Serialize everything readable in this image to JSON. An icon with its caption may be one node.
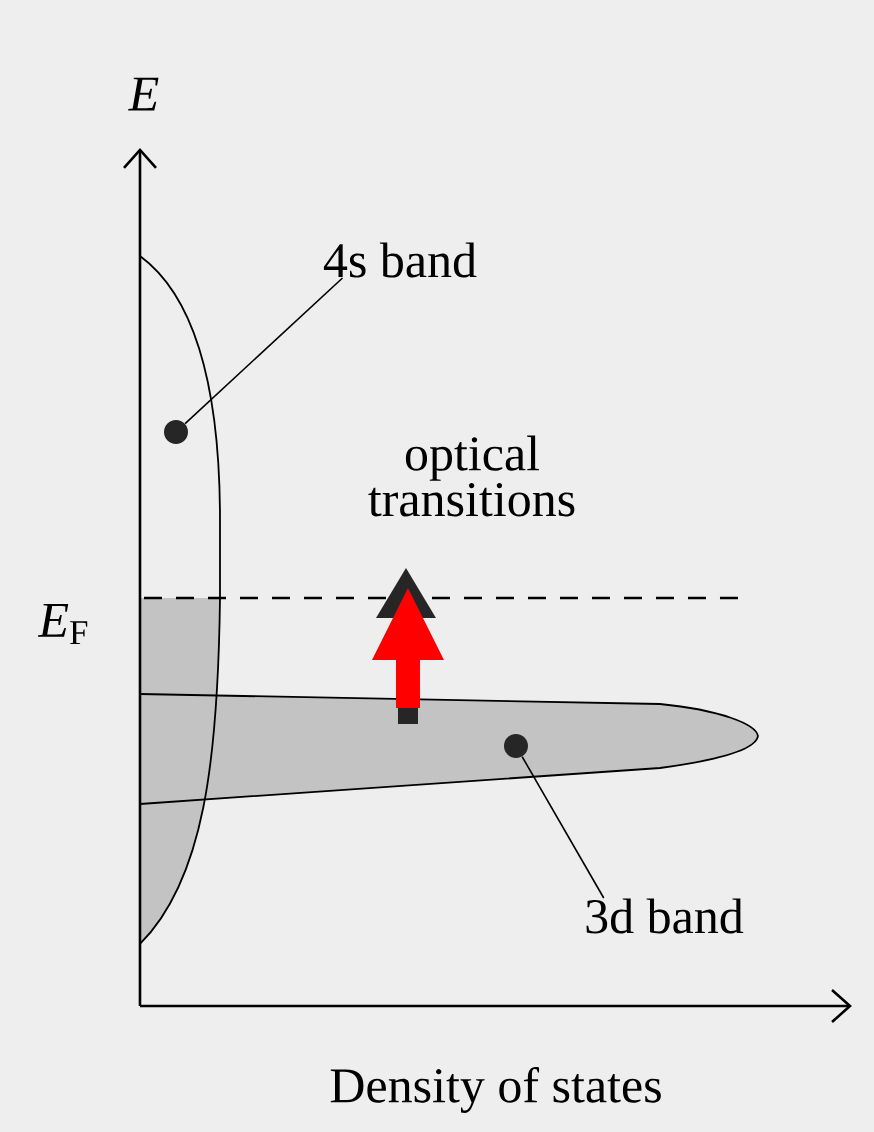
{
  "diagram": {
    "nodes": [
      {
        "text": [
          "4s band"
        ]
      },
      {
        "text": [],
        "shape": "circle"
      },
      {
        "text": [
          "3d band"
        ]
      },
      {
        "text": [],
        "shape": "circle"
      }
    ],
    "edges": [
      {
        "from": 0,
        "to": 1,
        "arrow": "none"
      },
      {
        "from": 2,
        "to": 3,
        "arrow": "none"
      }
    ],
    "labels": [
      "E",
      "*E*$_{F}$",
      "optical transitions",
      "Density of states"
    ]
  }
}
